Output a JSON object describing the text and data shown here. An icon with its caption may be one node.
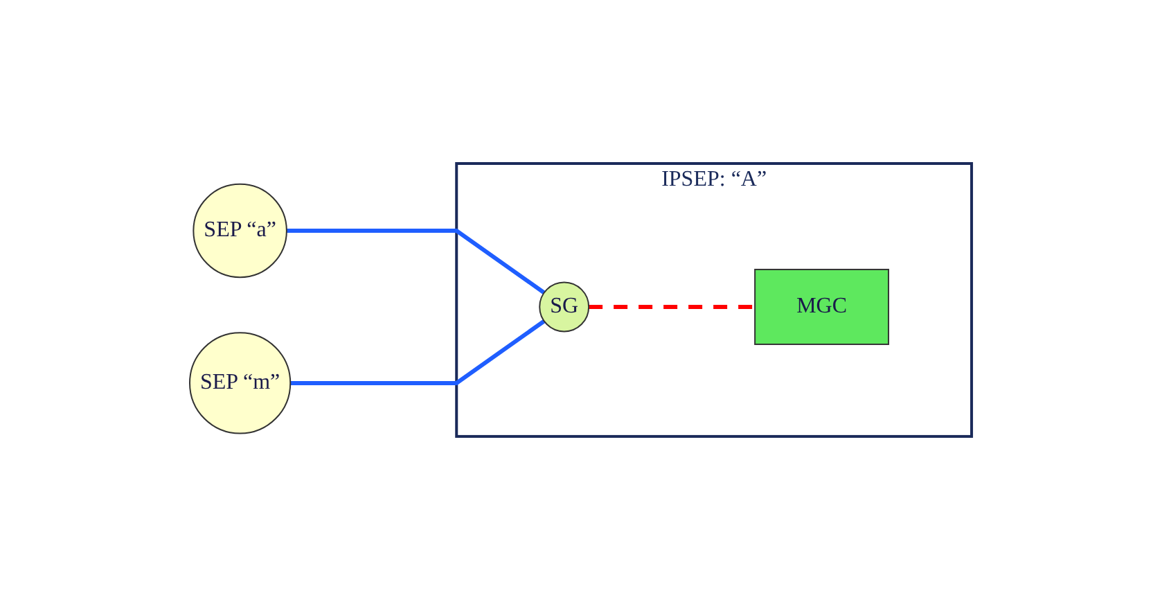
{
  "diagram": {
    "nodes": [
      {
        "text": [
          "SEP “a”"
        ]
      },
      {
        "text": [
          "IPSEP: “A”"
        ]
      },
      {
        "text": [
          "SG"
        ],
        "in": 1
      },
      {
        "text": [
          "MGC"
        ],
        "in": 1
      },
      {
        "text": [
          "SEP “m”"
        ]
      }
    ],
    "edges": [
      {
        "from": 0,
        "to": 2,
        "arrow": "none"
      },
      {
        "from": 4,
        "to": 2,
        "arrow": "none"
      },
      {
        "from": 2,
        "to": 3,
        "arrow": "none",
        "style": "dashed",
        "color": "#ff0000"
      }
    ]
  }
}
